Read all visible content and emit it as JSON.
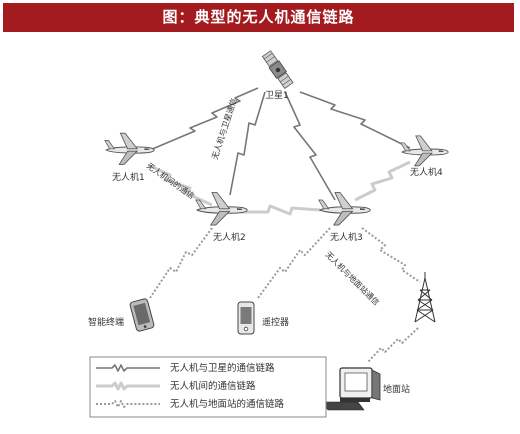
{
  "title": "图：典型的无人机通信链路",
  "nodes": {
    "satellite": "卫星1",
    "uav1": "无人机1",
    "uav2": "无人机2",
    "uav3": "无人机3",
    "uav4": "无人机4",
    "terminal": "智能终端",
    "remote": "遥控器",
    "ground_station": "地面站"
  },
  "link_labels": {
    "uav_sat": "无人机与卫星通信",
    "uav_uav": "无人机间的通信",
    "uav_ground": "无人机与地面站通信"
  },
  "legend": [
    {
      "label": "无人机与卫星的通信链路",
      "style": "dark"
    },
    {
      "label": "无人机间的通信链路",
      "style": "light"
    },
    {
      "label": "无人机与地面站的通信链路",
      "style": "dotted"
    }
  ],
  "colors": {
    "title_bg": "#a31a1f",
    "satellite_link": "#777777",
    "uav_link": "#cccccc",
    "ground_link": "#9a9a9a"
  }
}
